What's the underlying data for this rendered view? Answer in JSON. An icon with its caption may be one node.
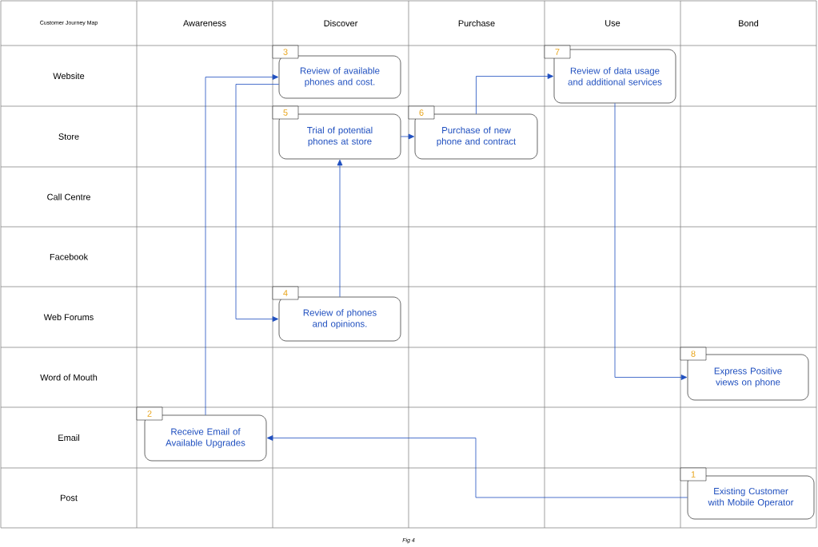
{
  "diagram": {
    "caption": "Fig 4",
    "nodes": [
      {
        "text": [
          "3",
          "Review of available phones and cost."
        ]
      },
      {
        "text": [
          "7",
          "Review of data usage and additional services"
        ]
      },
      {
        "text": [
          "5",
          "Trial of potential phones at store"
        ]
      },
      {
        "text": [
          "6",
          "Purchase of new phone and contract"
        ]
      },
      {
        "text": [
          "4",
          "Review of phones and opinions."
        ]
      },
      {
        "text": [
          "8",
          "Express Positive views on phone"
        ]
      },
      {
        "text": [
          "2",
          "Receive Email of Available Upgrades"
        ]
      },
      {
        "text": [
          "1",
          "Existing Customer with Mobile Operator"
        ]
      }
    ],
    "edges": [
      {
        "from": 7,
        "to": 6,
        "arrow": "to"
      },
      {
        "from": 6,
        "to": 0,
        "arrow": "to"
      },
      {
        "from": 0,
        "to": 4,
        "arrow": "to"
      },
      {
        "from": 4,
        "to": 2,
        "arrow": "to"
      },
      {
        "from": 2,
        "to": 3,
        "arrow": "to"
      },
      {
        "from": 3,
        "to": 1,
        "arrow": "to"
      },
      {
        "from": 1,
        "to": 5,
        "arrow": "to"
      }
    ],
    "labels": [
      "Customer Journey Map",
      "Awareness",
      "Discover",
      "Purchase",
      "Use",
      "Bond",
      "Website",
      "Store",
      "Call Centre",
      "Facebook",
      "Web Forums",
      "Word of Mouth",
      "Email",
      "Post"
    ]
  }
}
